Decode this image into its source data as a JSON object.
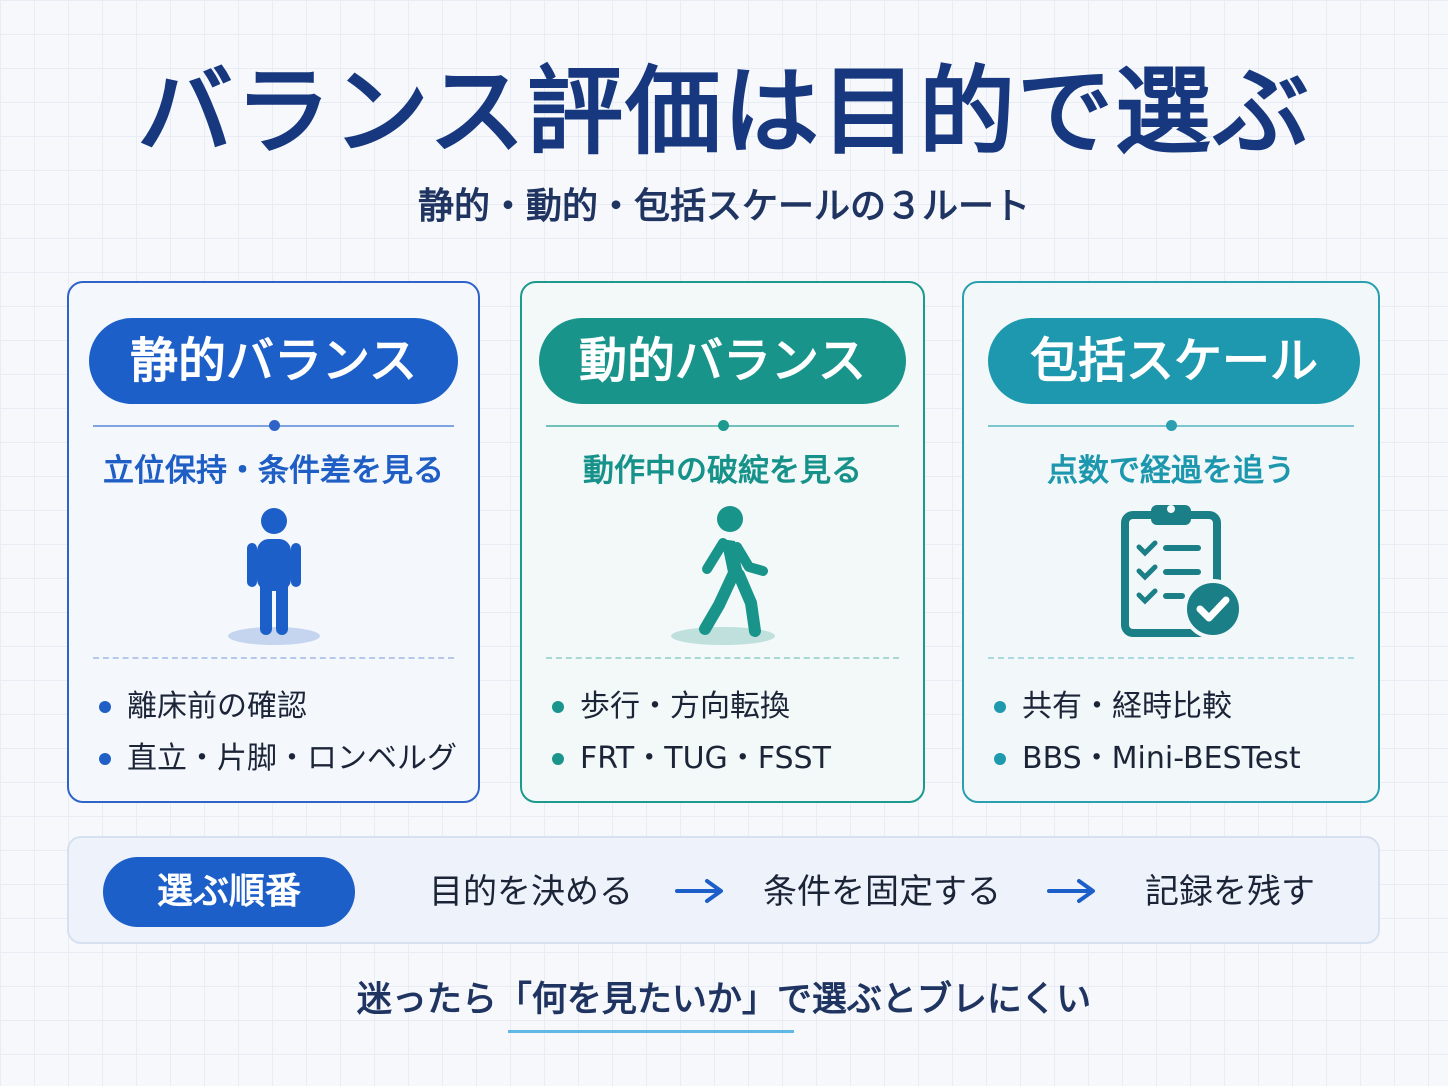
{
  "title": "バランス評価は目的で選ぶ",
  "subtitle": "静的・動的・包括スケールの３ルート",
  "cards": [
    {
      "label": "静的バランス",
      "tagline": "立位保持・条件差を見る",
      "icon": "standing-person-icon",
      "color": "#1d5fc8",
      "bullets": [
        "離床前の確認",
        "直立・片脚・ロンベルグ"
      ]
    },
    {
      "label": "動的バランス",
      "tagline": "動作中の破綻を見る",
      "icon": "walking-person-icon",
      "color": "#18948a",
      "bullets": [
        "歩行・方向転換",
        "FRT・TUG・FSST"
      ]
    },
    {
      "label": "包括スケール",
      "tagline": "点数で経過を追う",
      "icon": "clipboard-check-icon",
      "color": "#1e98ae",
      "bullets": [
        "共有・経時比較",
        "BBS・Mini-BESTest"
      ]
    }
  ],
  "order": {
    "label": "選ぶ順番",
    "steps": [
      "目的を決める",
      "条件を固定する",
      "記録を残す"
    ]
  },
  "footer": "迷ったら「何を見たいか」で選ぶとブレにくい"
}
